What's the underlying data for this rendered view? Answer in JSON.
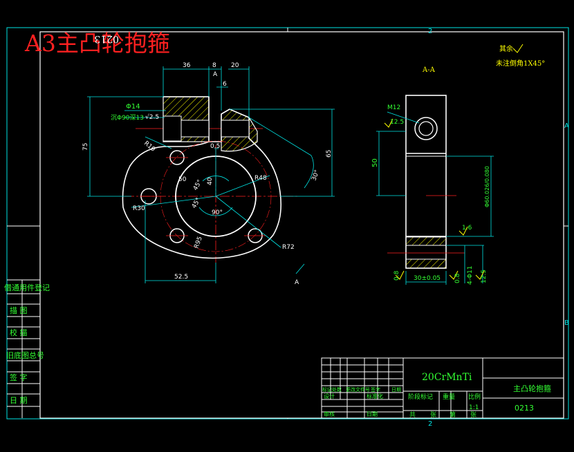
{
  "drawing_title": "A3主凸轮抱箍",
  "mirrored_code": "0213",
  "colors": {
    "background": "#000000",
    "outline": "#ffffff",
    "dimension": "#00e5e5",
    "text_green": "#33ff33",
    "text_yellow": "#ffff00",
    "title_red": "#ff2020",
    "center_line": "#ff2020"
  },
  "border": {
    "zone_top": "2",
    "zone_bottom": "2",
    "zone_right_a": "A",
    "zone_right_b": "B"
  },
  "notes": {
    "rest": "其余",
    "chamfer": "未注倒角1X45°"
  },
  "section_label": "A-A",
  "front_view": {
    "dims": {
      "d36": "36",
      "d8": "8",
      "d20": "20",
      "d6": "6",
      "phi14": "Φ14",
      "counterbore": "沉Φ90深13",
      "r10": "R10",
      "r25": "√2.5",
      "d75": "75",
      "d65": "65",
      "d30deg": "30°",
      "r48": "R48",
      "d50": "50",
      "a45a": "45°",
      "a45b": "45°",
      "a90": "90°",
      "r30": "R30",
      "d40": "40",
      "r95": "R95",
      "r72": "R72",
      "d52_5": "52.5",
      "d0_5": "0.5",
      "view_a_top": "A",
      "view_a_bottom": "A"
    }
  },
  "section_view": {
    "dims": {
      "m12": "M12",
      "r12_5": "12.5",
      "d50": "50",
      "bore": "Φ60.026/0.080",
      "r1_6": "1.6",
      "r0_8a": "0.8",
      "width": "30±0.05",
      "r0_8b": "0.8",
      "holes": "4-Φ11",
      "r12_5b": "12.5"
    }
  },
  "left_table": {
    "rows": [
      "借通用件登记",
      "描 图",
      "校 描",
      "旧底图总号",
      "签 字",
      "日 期"
    ]
  },
  "title_block": {
    "material": "20CrMnTi",
    "part_name": "主凸轮抱箍",
    "code": "0213",
    "header_small": [
      "标记",
      "处数",
      "更改文件号",
      "签字",
      "日期"
    ],
    "row_design": [
      "设计",
      "标准化"
    ],
    "row_check": [
      "审核",
      "日期"
    ],
    "stage_labels": [
      "阶段标记",
      "重量",
      "比例"
    ],
    "scale": "1:1",
    "sheet": [
      "共",
      "张",
      "第",
      "张"
    ]
  }
}
